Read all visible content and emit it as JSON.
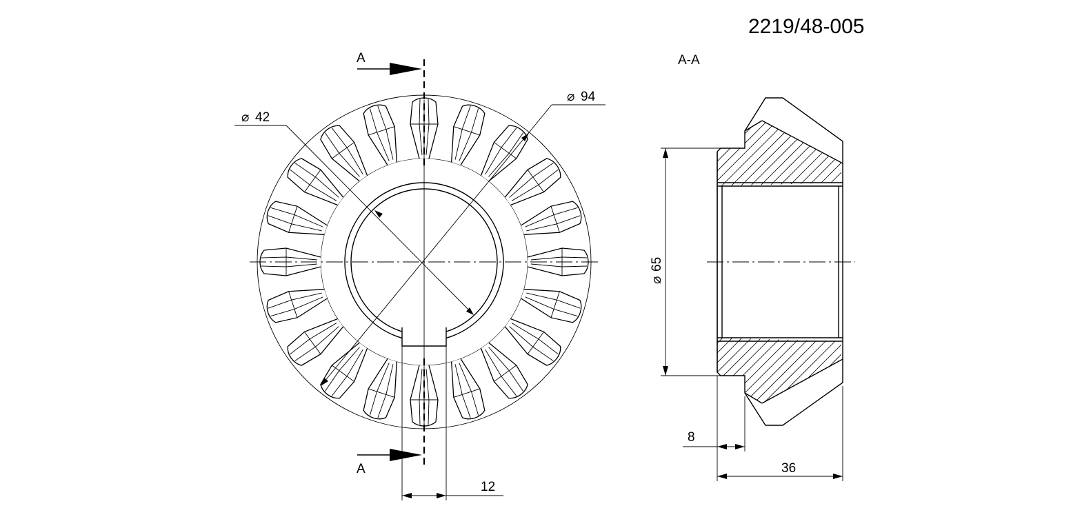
{
  "drawing_number": "2219/48-005",
  "section_view_label": "A-A",
  "cutting_plane": {
    "top_label": "A",
    "bottom_label": "A"
  },
  "dimensions": {
    "outer_diameter": "94",
    "bore_diameter": "42",
    "keyway_width": "12",
    "hub_diameter": "65",
    "hub_step_length": "8",
    "overall_length": "36"
  },
  "symbols": {
    "diameter": "⌀"
  },
  "gear": {
    "tooth_count": 20
  }
}
